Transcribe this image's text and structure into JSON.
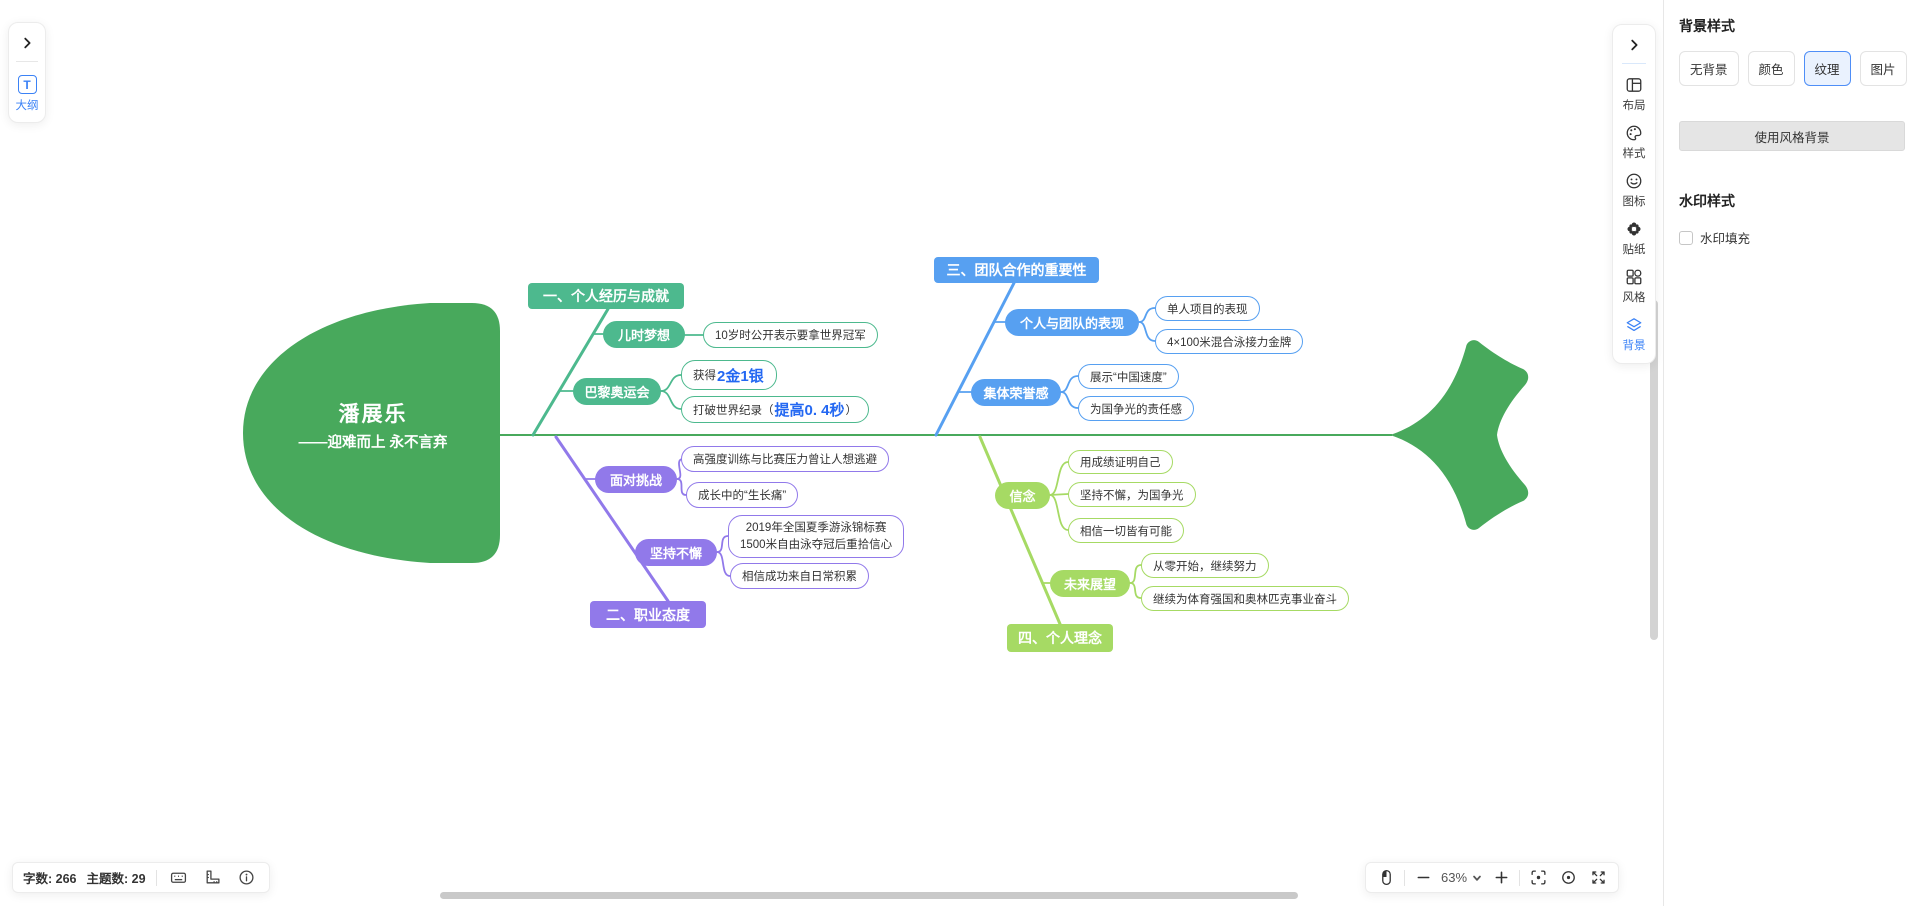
{
  "colors": {
    "fish": "#48a95c",
    "branch_green": "#4db98e",
    "branch_blue": "#57a0f1",
    "branch_purple": "#9179ea",
    "branch_lime": "#a6da64",
    "accent_blue": "#2468f2"
  },
  "outline_panel": {
    "outline_label": "大纲"
  },
  "right_toolbar": {
    "items": [
      {
        "label": "布局"
      },
      {
        "label": "样式"
      },
      {
        "label": "图标"
      },
      {
        "label": "贴纸"
      },
      {
        "label": "风格"
      },
      {
        "label": "背景"
      }
    ]
  },
  "panel": {
    "bg_section_title": "背景样式",
    "bg_options": [
      "无背景",
      "颜色",
      "纹理",
      "图片"
    ],
    "selected_bg_option": "纹理",
    "use_style_bg_button": "使用风格背景",
    "watermark_section_title": "水印样式",
    "watermark_fill_label": "水印填充"
  },
  "status_bar": {
    "word_count": "字数: 266",
    "topic_count": "主题数: 29"
  },
  "zoom_controls": {
    "zoom_level": "63%"
  },
  "mindmap": {
    "center": {
      "title": "潘展乐",
      "subtitle": "——迎难而上 永不言弃"
    },
    "branches": [
      {
        "header": "一、个人经历与成就",
        "nodes": [
          {
            "label": "儿时梦想",
            "leaves": [
              {
                "text": "10岁时公开表示要拿世界冠军"
              }
            ]
          },
          {
            "label": "巴黎奥运会",
            "leaves": [
              {
                "prefix": "获得",
                "highlight": "2金1银",
                "suffix": ""
              },
              {
                "prefix": "打破世界纪录（",
                "highlight": "提高0. 4秒",
                "suffix": "）"
              }
            ]
          }
        ]
      },
      {
        "header": "二、职业态度",
        "nodes": [
          {
            "label": "面对挑战",
            "leaves": [
              {
                "text": "高强度训练与比赛压力曾让人想逃避"
              },
              {
                "text": "成长中的“生长痛”"
              }
            ]
          },
          {
            "label": "坚持不懈",
            "leaves": [
              {
                "text": "2019年全国夏季游泳锦标赛\n1500米自由泳夺冠后重拾信心"
              },
              {
                "text": "相信成功来自日常积累"
              }
            ]
          }
        ]
      },
      {
        "header": "三、团队合作的重要性",
        "nodes": [
          {
            "label": "个人与团队的表现",
            "leaves": [
              {
                "text": "单人项目的表现"
              },
              {
                "text": "4×100米混合泳接力金牌"
              }
            ]
          },
          {
            "label": "集体荣誉感",
            "leaves": [
              {
                "text": "展示“中国速度”"
              },
              {
                "text": "为国争光的责任感"
              }
            ]
          }
        ]
      },
      {
        "header": "四、个人理念",
        "nodes": [
          {
            "label": "信念",
            "leaves": [
              {
                "text": "用成绩证明自己"
              },
              {
                "text": "坚持不懈，为国争光"
              },
              {
                "text": "相信一切皆有可能"
              }
            ]
          },
          {
            "label": "未来展望",
            "leaves": [
              {
                "text": "从零开始，继续努力"
              },
              {
                "text": "继续为体育强国和奥林匹克事业奋斗"
              }
            ]
          }
        ]
      }
    ]
  }
}
